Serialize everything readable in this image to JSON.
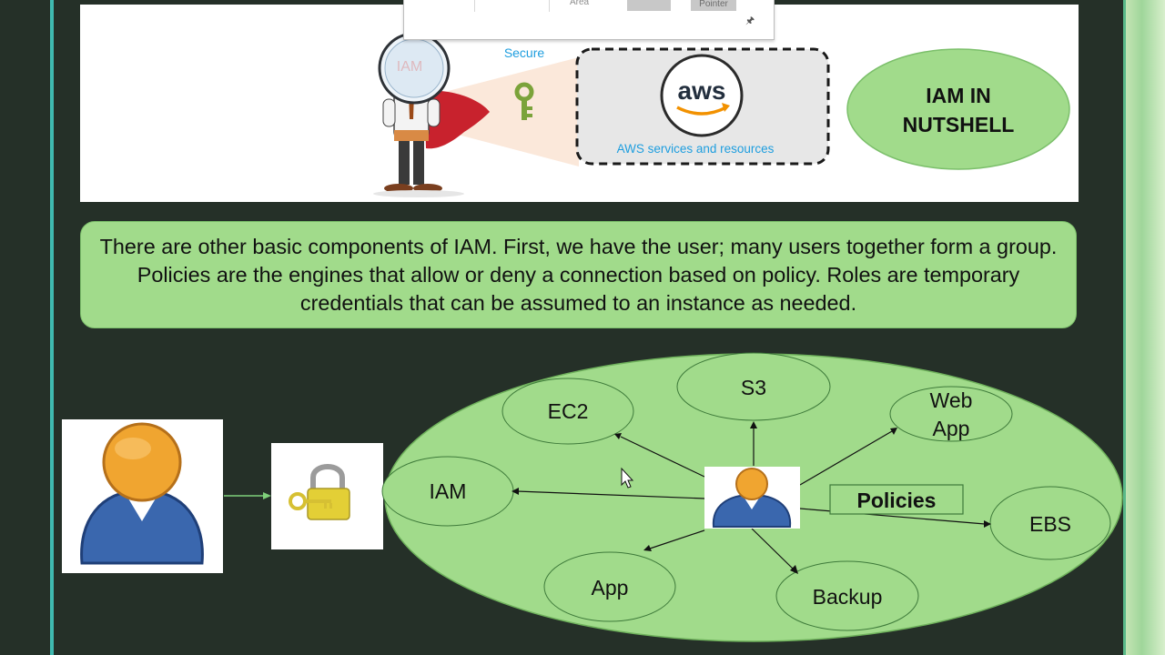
{
  "banner": {
    "secure_label": "Secure",
    "iam_lens_label": "IAM",
    "aws_logo_text": "aws",
    "aws_caption": "AWS services and resources",
    "title_lines": [
      "IAM IN",
      "NUTSHELL"
    ]
  },
  "toolbar": {
    "area_label": "Area",
    "pointer_label": "Pointer",
    "pin_icon": "pin-icon"
  },
  "callout": {
    "text": "There are other basic components of IAM. First, we have the user; many users together form a group. Policies are the engines that allow or deny a connection based on policy. Roles are temporary credentials that can be assumed to an instance as needed."
  },
  "diagram": {
    "nodes": {
      "s3": "S3",
      "ec2": "EC2",
      "web_app": [
        "Web",
        "App"
      ],
      "iam": "IAM",
      "ebs": "EBS",
      "app": "App",
      "backup": "Backup"
    },
    "policies_label": "Policies",
    "icons": [
      "user-avatar-icon",
      "key-lock-icon",
      "mouse-cursor-icon"
    ]
  },
  "colors": {
    "background": "#253028",
    "accent_green": "#a1db8b",
    "teal_rail": "#3fb9b0",
    "aws_orange": "#f29100"
  }
}
